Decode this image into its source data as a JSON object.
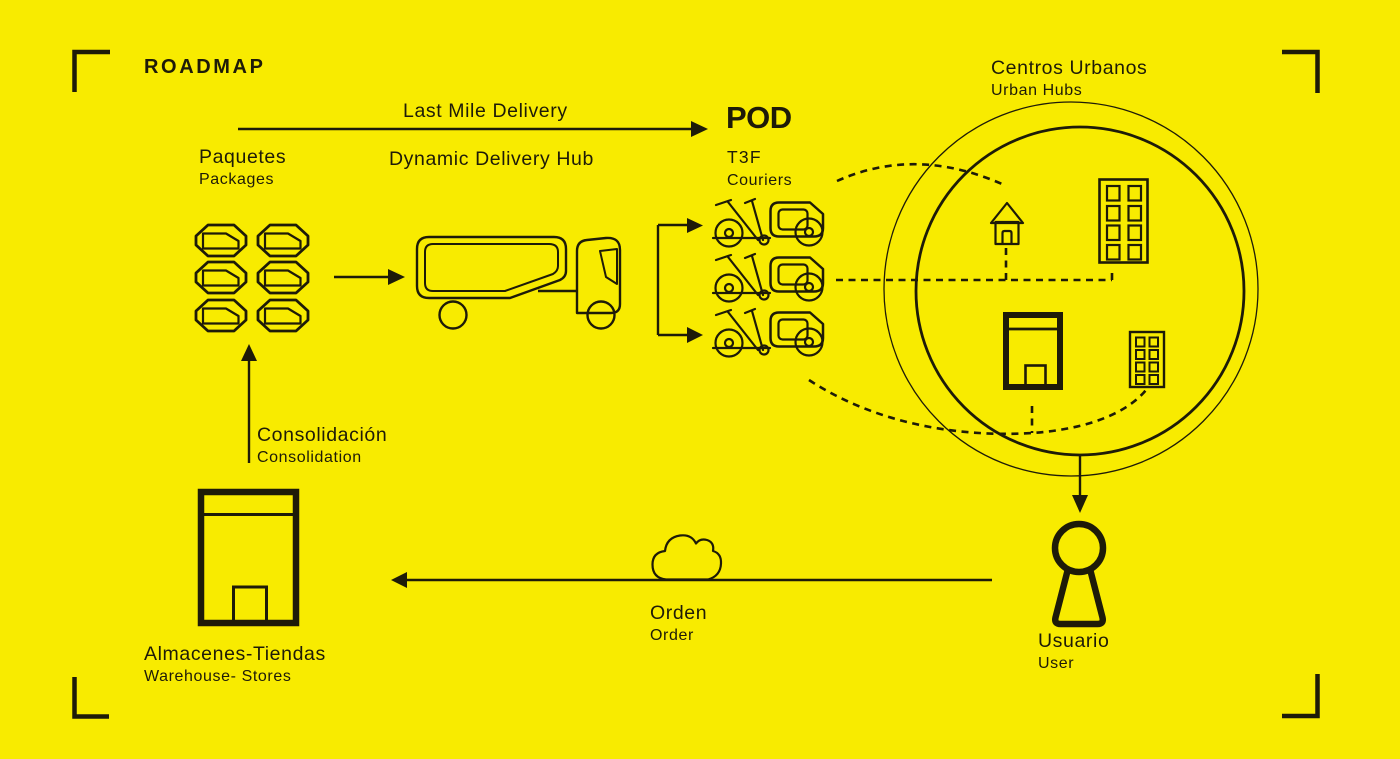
{
  "meta": {
    "page_title": "ROADMAP",
    "diagram_type": "last-mile delivery flow"
  },
  "colors": {
    "background": "#F8EB00",
    "ink": "#1E1B08"
  },
  "labels": {
    "roadmap": "ROADMAP",
    "last_mile": "Last Mile Delivery",
    "packages_es": "Paquetes",
    "packages_en": "Packages",
    "hub": "Dynamic Delivery Hub",
    "pod_logo": "POD",
    "pod_team": "T3F",
    "pod_role": "Couriers",
    "urban_es": "Centros Urbanos",
    "urban_en": "Urban Hubs",
    "consolidation_es": "Consolidación",
    "consolidation_en": "Consolidation",
    "warehouse_es": "Almacenes-Tiendas",
    "warehouse_en": "Warehouse- Stores",
    "order_es": "Orden",
    "order_en": "Order",
    "user_es": "Usuario",
    "user_en": "User"
  },
  "icons": {
    "packages": "package-grid-icon",
    "truck": "delivery-truck-icon",
    "couriers": "cargo-bike-icon",
    "urban_hub": "urban-hub-circle",
    "house": "house-icon",
    "apartment": "apartment-building-icon",
    "store": "store-icon",
    "small_building": "small-building-icon",
    "user": "user-keyhole-icon",
    "cloud": "cloud-icon",
    "warehouse": "warehouse-store-icon",
    "corners": "corner-crop-marks"
  }
}
